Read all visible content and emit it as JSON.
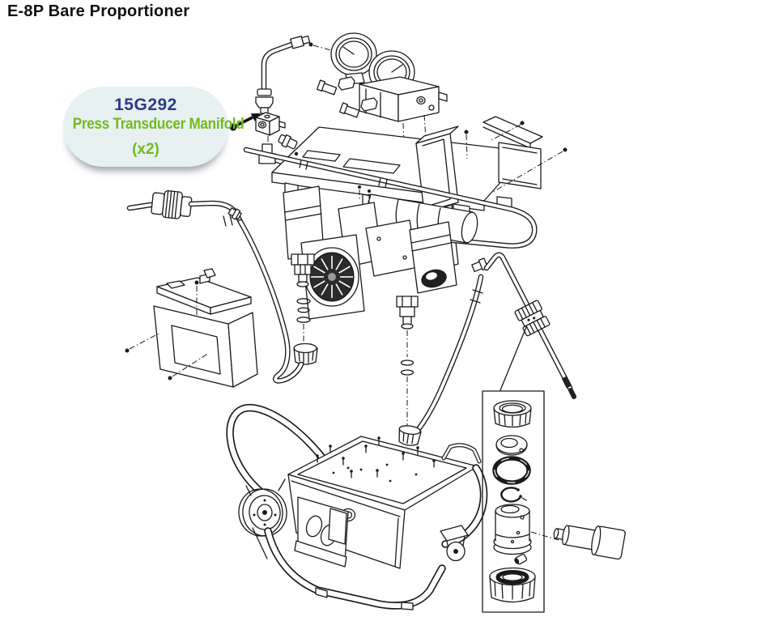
{
  "header": {
    "title": "E-8P Bare Proportioner"
  },
  "callout": {
    "part_number": "15G292",
    "part_name": "Press Transducer Manifold",
    "quantity": "(x2)",
    "colors": {
      "bubble_background": "#e8f1f1",
      "part_number_color": "#2b3990",
      "part_name_color": "#72ba20",
      "arrow_color": "#111111"
    }
  },
  "diagram": {
    "type": "exploded-parts-diagram",
    "line_color": "#1a1a1a",
    "background": "#ffffff",
    "parts": [
      "inlet-tube-assembly",
      "pressure-gauges",
      "gauge-valve-block",
      "press-transducer-manifold-part",
      "elbow-fitting",
      "nipple-fitting",
      "mounting-shelf",
      "side-bracket",
      "cover-panels",
      "mounting-screws",
      "manifold-rail-tube",
      "pump-motor-assembly",
      "cooling-fan",
      "left-pump-fittings",
      "right-pump-fittings",
      "o-rings",
      "hose-coupler",
      "left-hose",
      "right-hose",
      "hose-swivel-fittings",
      "electrical-enclosure",
      "cart-frame",
      "handle",
      "wheel",
      "caster",
      "spray-wand",
      "wand-coupling",
      "valve-detail-box",
      "packing-nut",
      "washer",
      "large-o-ring",
      "retaining-ring",
      "valve-housing",
      "pin-fitting",
      "bottom-nut",
      "side-cartridge"
    ]
  }
}
